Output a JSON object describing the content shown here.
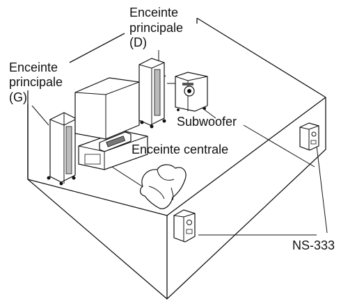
{
  "labels": {
    "front_right": [
      "Enceinte",
      "principale",
      "(D)"
    ],
    "front_left": [
      "Enceinte",
      "principale",
      "(G)"
    ],
    "subwoofer": "Subwoofer",
    "center": "Enceinte centrale",
    "surround": "NS-333"
  },
  "icons": [
    "front-left-speaker",
    "front-right-speaker",
    "center-speaker",
    "subwoofer",
    "tv",
    "sofa",
    "surround-left-speaker",
    "surround-right-speaker"
  ]
}
